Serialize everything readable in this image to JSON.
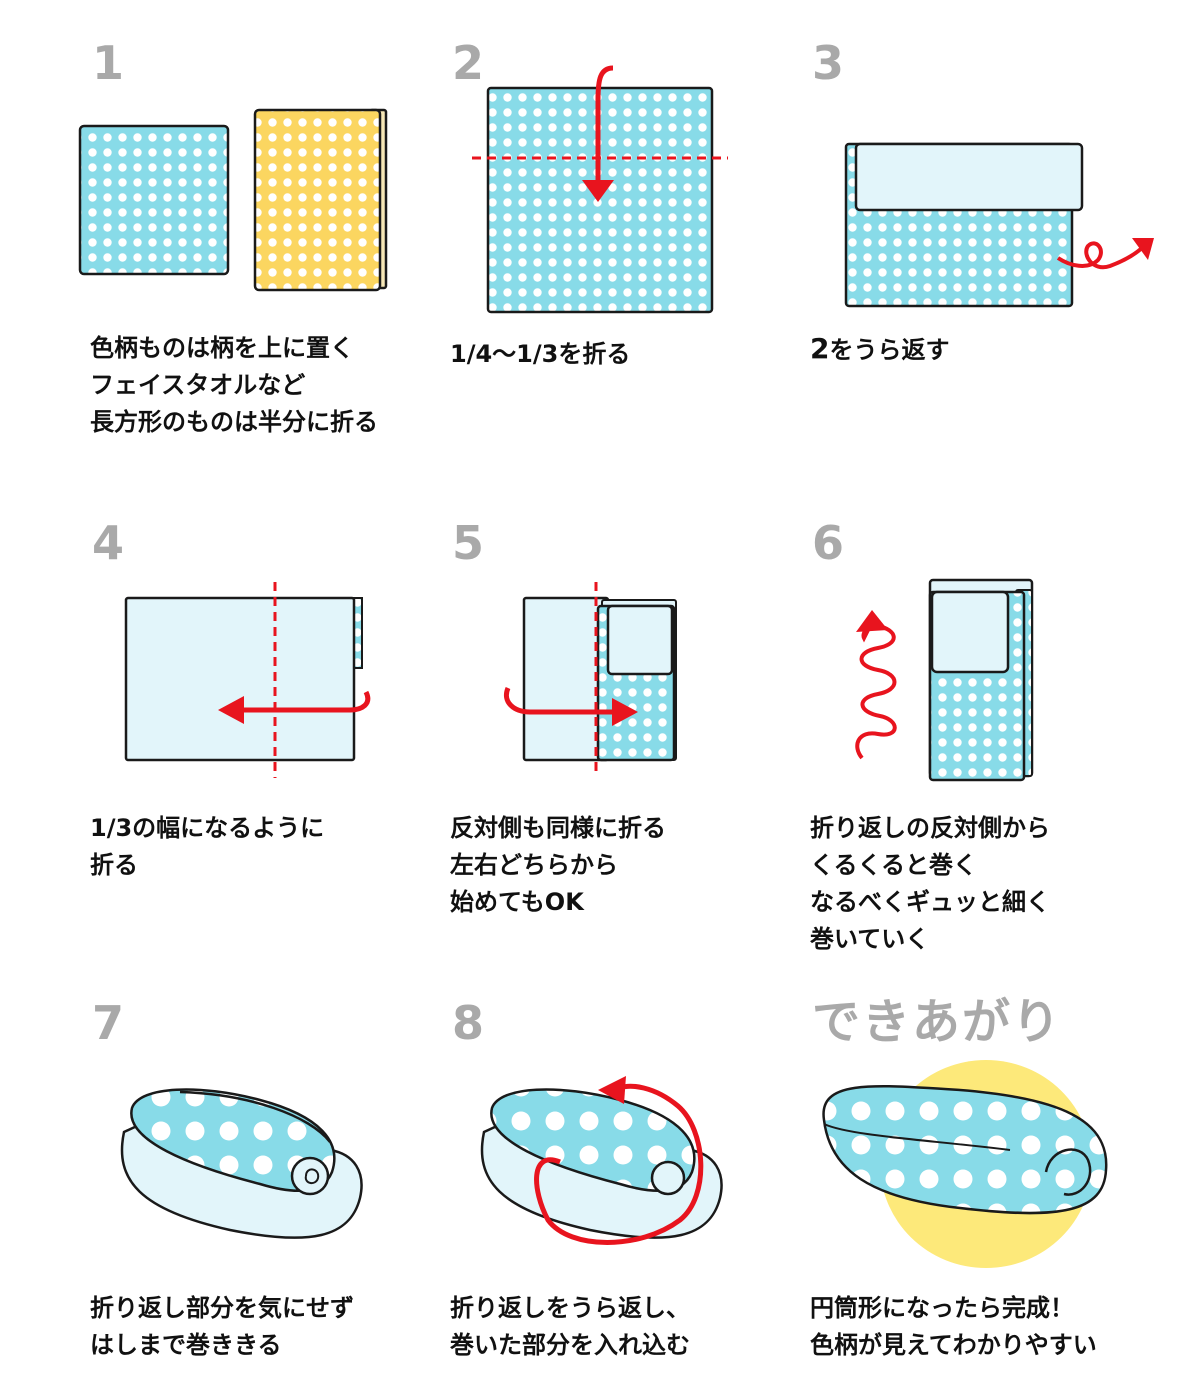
{
  "colors": {
    "blue": "#88dbe8",
    "light_blue": "#e2f5fa",
    "yellow": "#fbd660",
    "yellow_done": "#fde97a",
    "red": "#e8141e",
    "gray_number": "#a9a9a9",
    "outline": "#1a1a1a"
  },
  "steps": [
    {
      "number": "1",
      "caption": [
        "色柄ものは柄を上に置く",
        "フェイスタオルなど",
        "長方形のものは半分に折る"
      ]
    },
    {
      "number": "2",
      "caption": [
        "1/4〜1/3を折る"
      ]
    },
    {
      "number": "3",
      "caption_lead": "2",
      "caption": [
        "をうら返す"
      ]
    },
    {
      "number": "4",
      "caption": [
        "1/3の幅になるように",
        "折る"
      ]
    },
    {
      "number": "5",
      "caption": [
        "反対側も同様に折る",
        "左右どちらから",
        "始めてもOK"
      ]
    },
    {
      "number": "6",
      "caption": [
        "折り返しの反対側から",
        "くるくると巻く",
        "なるべくギュッと細く",
        "巻いていく"
      ]
    },
    {
      "number": "7",
      "caption": [
        "折り返し部分を気にせず",
        "はしまで巻ききる"
      ]
    },
    {
      "number": "8",
      "caption": [
        "折り返しをうら返し、",
        "巻いた部分を入れ込む"
      ]
    },
    {
      "number": "できあがり",
      "caption": [
        "円筒形になったら完成！",
        "色柄が見えてわかりやすい"
      ]
    }
  ]
}
